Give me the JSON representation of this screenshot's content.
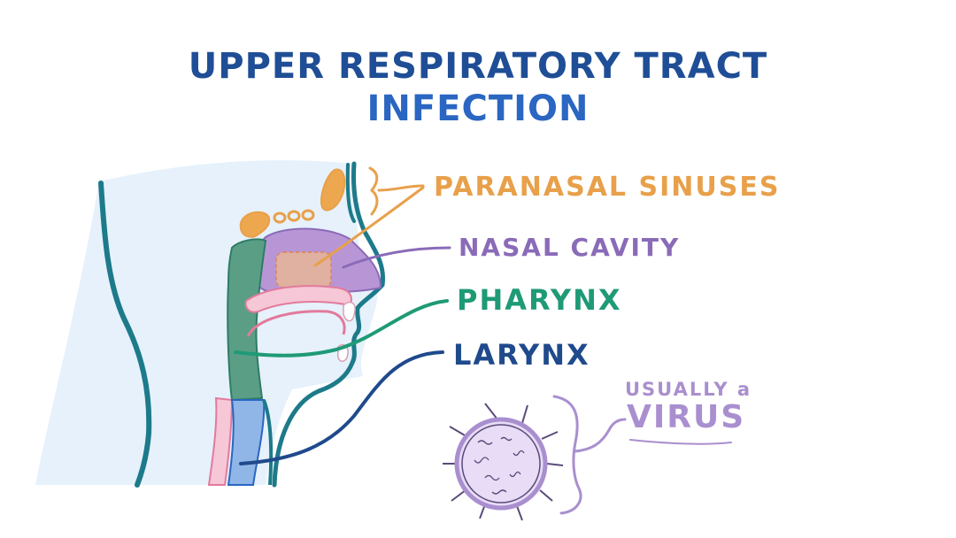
{
  "title": {
    "line1": "UPPER RESPIRATORY TRACT",
    "line2": "INFECTION"
  },
  "labels": {
    "paranasal_sinuses": "PARANASAL SINUSES",
    "nasal_cavity": "NASAL CAVITY",
    "pharynx": "PHARYNX",
    "larynx": "LARYNX",
    "usually_a": "USUALLY a",
    "virus": "VIRUS"
  },
  "colors": {
    "title_dark_blue": "#1f4e96",
    "title_blue": "#2a66c2",
    "sinuses_orange": "#e8a04a",
    "nasal_purple": "#8a6bb8",
    "pharynx_green": "#1f9a76",
    "larynx_navy": "#1f4a8c",
    "virus_lavender": "#a98fcf",
    "head_outline": "#1d7a8a"
  }
}
